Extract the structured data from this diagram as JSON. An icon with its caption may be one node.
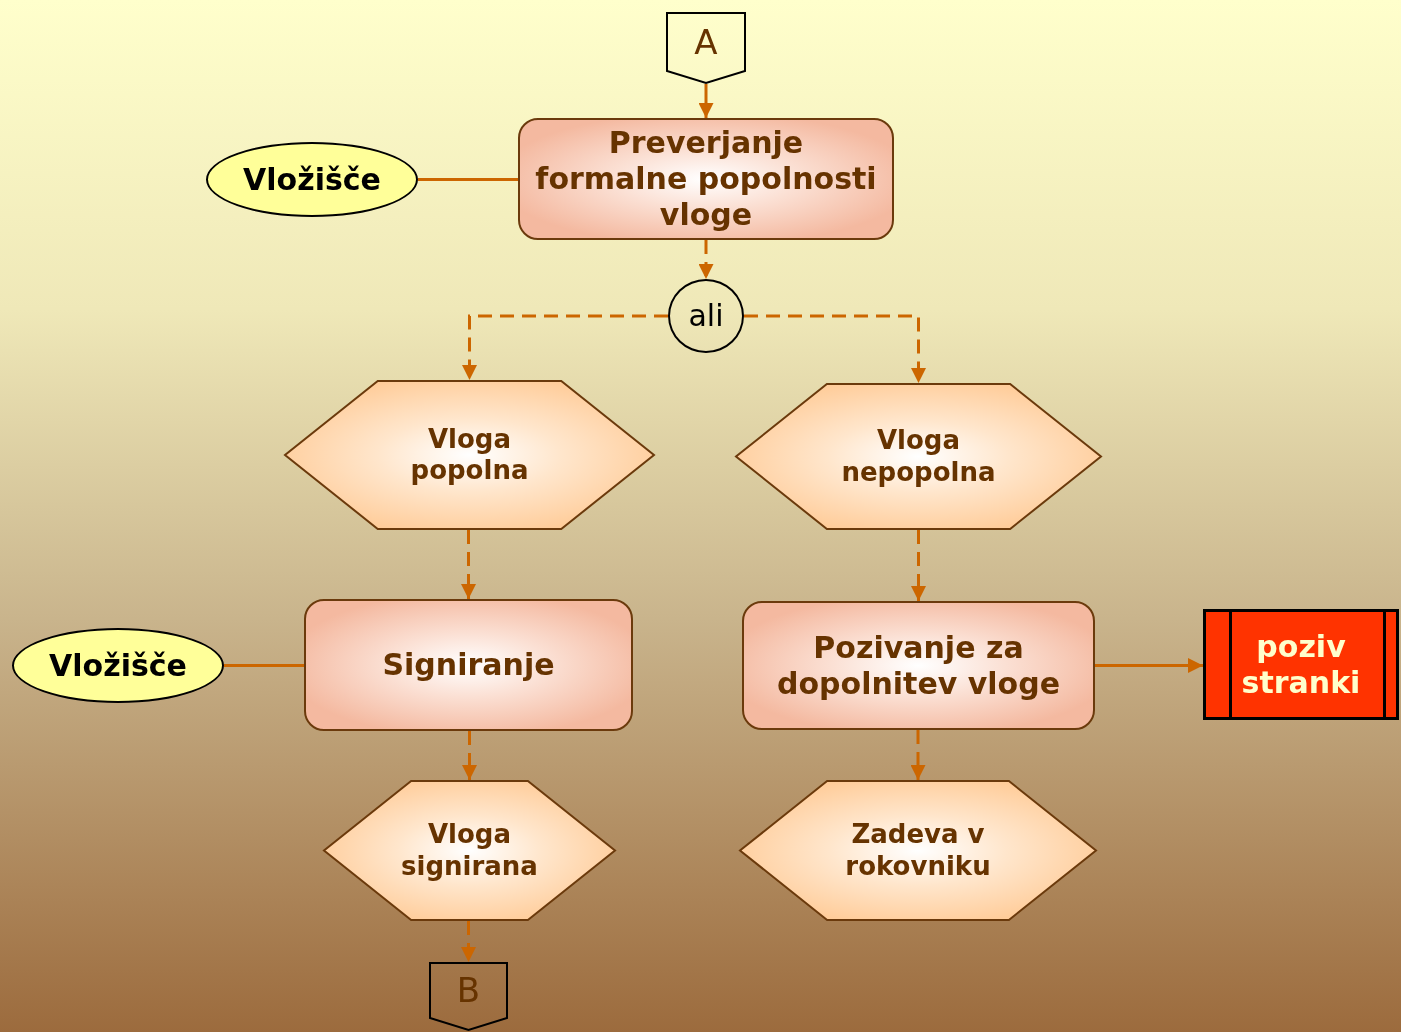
{
  "diagram": {
    "nodes": [
      {
        "text": [
          "A"
        ]
      },
      {
        "text": [
          "Vložišče"
        ]
      },
      {
        "text": [
          "Preverjanje formalne popolnosti vloge"
        ]
      },
      {
        "text": [
          "ali"
        ]
      },
      {
        "text": [
          "Vloga popolna"
        ]
      },
      {
        "text": [
          "Vloga nepopolna"
        ]
      },
      {
        "text": [
          "Vložišče"
        ]
      },
      {
        "text": [
          "Signiranje"
        ]
      },
      {
        "text": [
          "Pozivanje za dopolnitev vloge"
        ]
      },
      {
        "text": [
          "poziv stranki"
        ]
      },
      {
        "text": [
          "Vloga signirana"
        ]
      },
      {
        "text": [
          "Zadeva v rokovniku"
        ]
      },
      {
        "text": [
          "B"
        ]
      }
    ],
    "edges": [
      {
        "from": 0,
        "to": 2,
        "arrow": "to"
      },
      {
        "from": 1,
        "to": 2,
        "arrow": "none"
      },
      {
        "from": 2,
        "to": 3,
        "arrow": "to",
        "style": "dashed"
      },
      {
        "from": 3,
        "to": 4,
        "arrow": "to",
        "style": "dashed"
      },
      {
        "from": 3,
        "to": 5,
        "arrow": "to",
        "style": "dashed"
      },
      {
        "from": 4,
        "to": 7,
        "arrow": "to",
        "style": "dashed"
      },
      {
        "from": 5,
        "to": 8,
        "arrow": "to",
        "style": "dashed"
      },
      {
        "from": 6,
        "to": 7,
        "arrow": "none"
      },
      {
        "from": 8,
        "to": 9,
        "arrow": "to"
      },
      {
        "from": 7,
        "to": 10,
        "arrow": "to",
        "style": "dashed"
      },
      {
        "from": 8,
        "to": 11,
        "arrow": "to",
        "style": "dashed"
      },
      {
        "from": 10,
        "to": 12,
        "arrow": "to",
        "style": "dashed"
      }
    ]
  }
}
